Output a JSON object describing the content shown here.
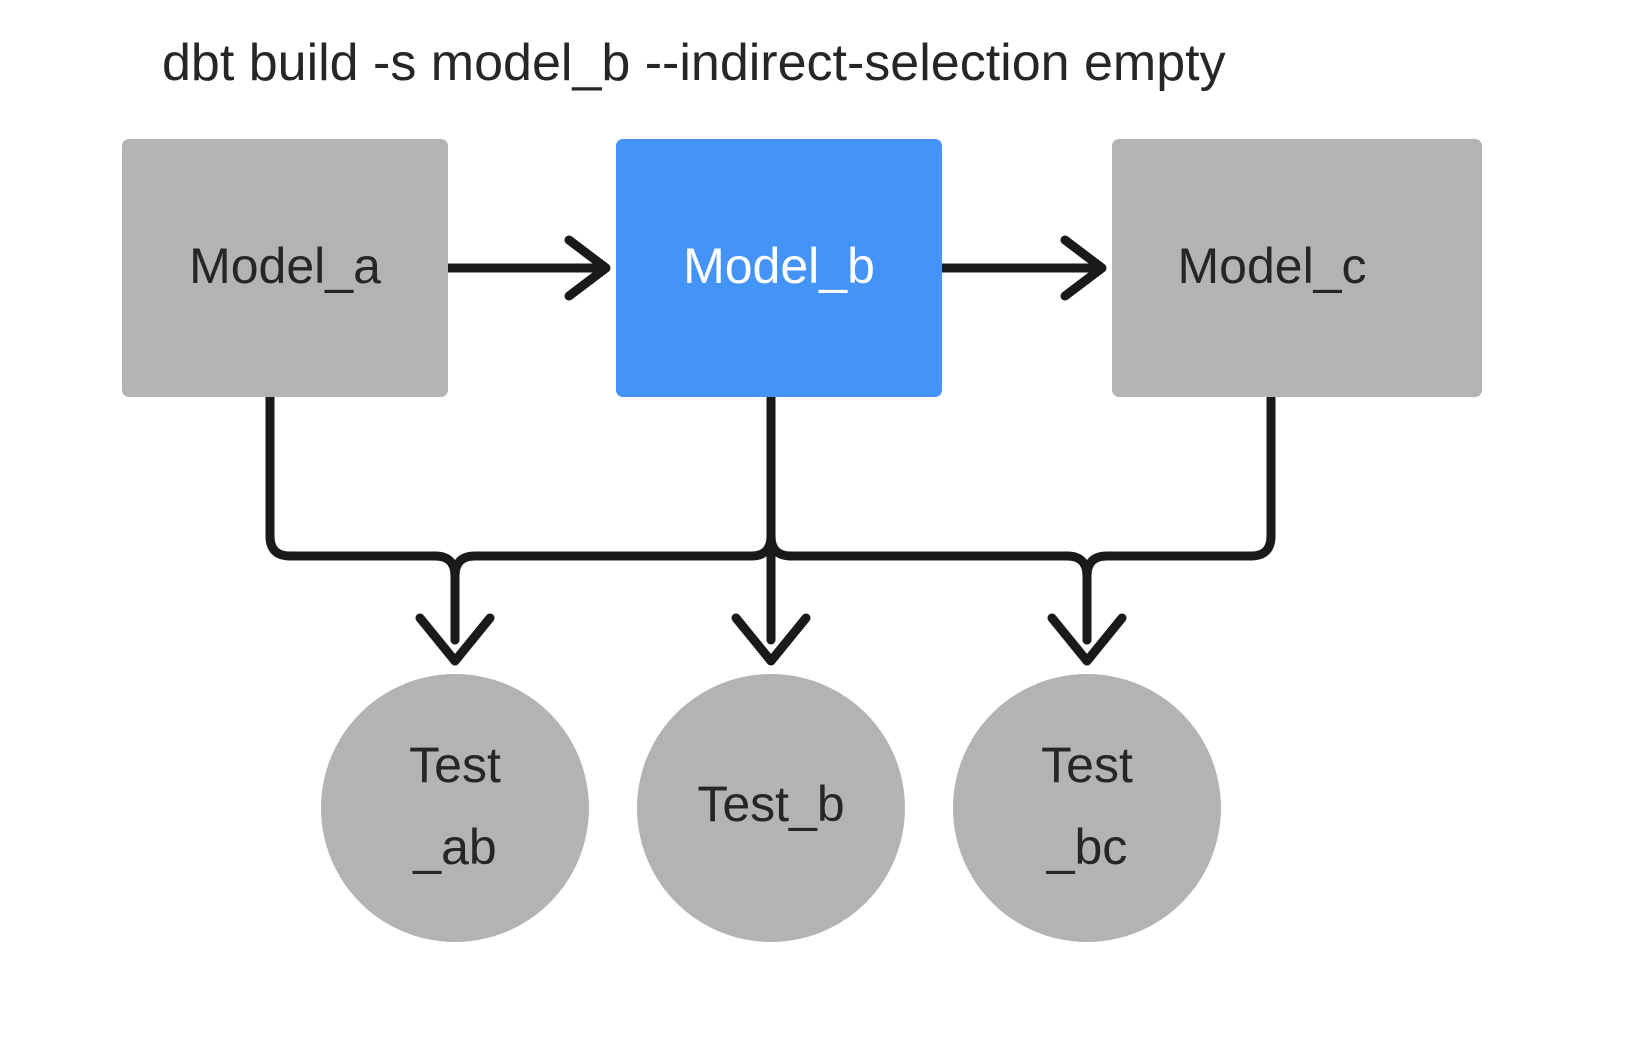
{
  "diagram": {
    "title": "dbt build -s model_b --indirect-selection empty",
    "colors": {
      "selected_node": "#4494f8",
      "unselected_node": "#b3b3b3",
      "edge": "#1a1a1a",
      "text_dark": "#262626",
      "text_light": "#ffffff",
      "background": "#ffffff"
    },
    "models": [
      {
        "id": "model_a",
        "label": "Model_a",
        "shape": "rect",
        "state": "unselected",
        "fill": "#b3b3b3",
        "text_color": "#262626"
      },
      {
        "id": "model_b",
        "label": "Model_b",
        "shape": "rect",
        "state": "selected",
        "fill": "#4494f8",
        "text_color": "#ffffff"
      },
      {
        "id": "model_c",
        "label": "Model_c",
        "shape": "rect",
        "state": "unselected",
        "fill": "#b3b3b3",
        "text_color": "#262626"
      }
    ],
    "tests": [
      {
        "id": "test_ab",
        "label": "Test_ab",
        "line1": "Test",
        "line2": "_ab",
        "shape": "circle",
        "state": "unselected",
        "fill": "#b3b3b3",
        "text_color": "#262626"
      },
      {
        "id": "test_b",
        "label": "Test_b",
        "line1": "Test_b",
        "line2": "",
        "shape": "circle",
        "state": "unselected",
        "fill": "#b3b3b3",
        "text_color": "#262626"
      },
      {
        "id": "test_bc",
        "label": "Test_bc",
        "line1": "Test",
        "line2": "_bc",
        "shape": "circle",
        "state": "unselected",
        "fill": "#b3b3b3",
        "text_color": "#262626"
      }
    ],
    "edges": [
      {
        "from": "model_a",
        "to": "model_b",
        "kind": "horizontal-arrow"
      },
      {
        "from": "model_b",
        "to": "model_c",
        "kind": "horizontal-arrow"
      },
      {
        "from": "model_a",
        "to": "test_ab",
        "kind": "elbow-arrow"
      },
      {
        "from": "model_b",
        "to": "test_ab",
        "kind": "elbow-arrow"
      },
      {
        "from": "model_b",
        "to": "test_b",
        "kind": "straight-arrow"
      },
      {
        "from": "model_b",
        "to": "test_bc",
        "kind": "elbow-arrow"
      },
      {
        "from": "model_c",
        "to": "test_bc",
        "kind": "elbow-arrow"
      }
    ]
  }
}
